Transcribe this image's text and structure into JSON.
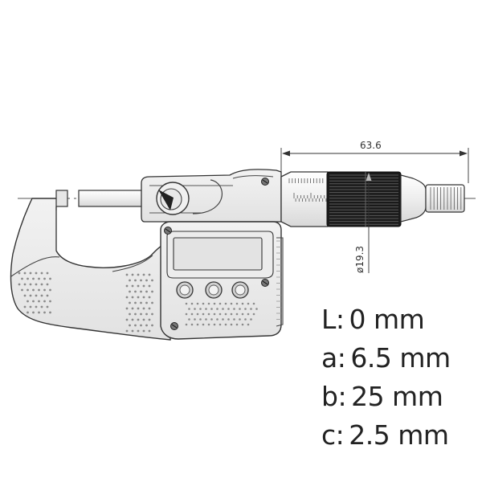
{
  "dimensions": {
    "length_label": "63.6",
    "diameter_label": "ø19.3"
  },
  "display": {
    "button_count": 3
  },
  "specs": [
    {
      "key": "L:",
      "value": "0 mm"
    },
    {
      "key": "a:",
      "value": "6.5 mm"
    },
    {
      "key": "b:",
      "value": "25 mm"
    },
    {
      "key": "c:",
      "value": "2.5 mm"
    }
  ]
}
